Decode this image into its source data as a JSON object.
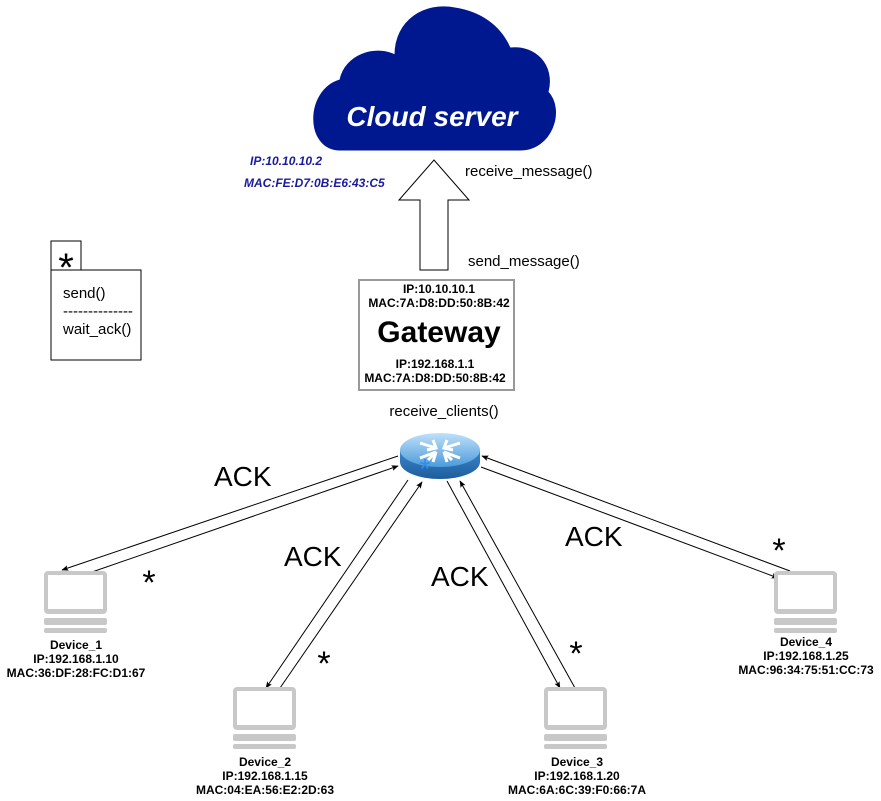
{
  "cloud": {
    "label": "Cloud server",
    "ip": "IP:10.10.10.2",
    "mac": "MAC:FE:D7:0B:E6:43:C5",
    "color": "#00188F",
    "info_color": "#1A1A9E"
  },
  "arrow": {
    "receive_label": "receive_message()",
    "send_label": "send_message()"
  },
  "gateway": {
    "top_ip": "IP:10.10.10.1",
    "top_mac": "MAC:7A:D8:DD:50:8B:42",
    "name": "Gateway",
    "bottom_ip": "IP:192.168.1.1",
    "bottom_mac": "MAC:7A:D8:DD:50:8B:42",
    "border_color": "#999999"
  },
  "router": {
    "label": "receive_clients()",
    "color": "#3A8FD8"
  },
  "legend": {
    "symbol": "*",
    "line1": "send()",
    "separator": "--------------",
    "line2": "wait_ack()"
  },
  "links": {
    "ack_label": "ACK",
    "star_label": "*"
  },
  "devices": [
    {
      "name": "Device_1",
      "ip": "IP:192.168.1.10",
      "mac": "MAC:36:DF:28:FC:D1:67"
    },
    {
      "name": "Device_2",
      "ip": "IP:192.168.1.15",
      "mac": "MAC:04:EA:56:E2:2D:63"
    },
    {
      "name": "Device_3",
      "ip": "IP:192.168.1.20",
      "mac": "MAC:6A:6C:39:F0:66:7A"
    },
    {
      "name": "Device_4",
      "ip": "IP:192.168.1.25",
      "mac": "MAC:96:34:75:51:CC:73"
    }
  ]
}
